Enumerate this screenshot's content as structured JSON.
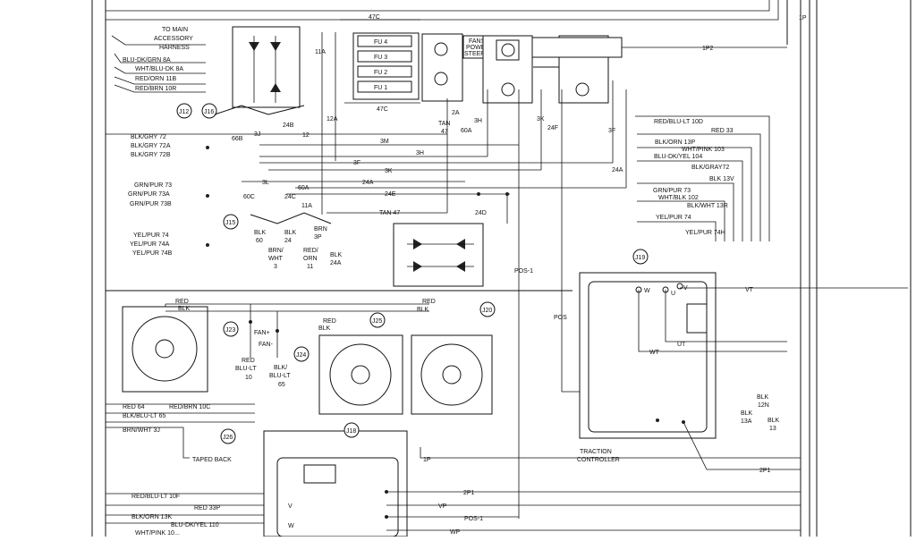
{
  "harness": {
    "to_main": "TO MAIN",
    "accessory": "ACCESSORY",
    "harness_word": "HARNESS",
    "left_group1": [
      "BLU-DK/GRN 8A",
      "WHT/BLU-DK 8A",
      "RED/ORN 11B",
      "RED/BRN 10R"
    ],
    "left_group2": [
      "BLK/GRY 72",
      "BLK/GRY 72A",
      "BLK/GRY 72B"
    ],
    "left_group3": [
      "GRN/PUR 73",
      "GRN/PUR 73A",
      "GRN/PUR 73B"
    ],
    "left_group4": [
      "YEL/PUR 74",
      "YEL/PUR 74A",
      "YEL/PUR 74B"
    ],
    "right_group": [
      "RED/BLU-LT 10D",
      "RED 33",
      "BLK/ORN 13P",
      "WHT/PINK 103",
      "BLU-DK/YEL 104",
      "BLK/GRAY72",
      "BLK 13V",
      "GRN/PUR 73",
      "WHT/BLK 102",
      "BLK/WHT 13R",
      "YEL/PUR 74",
      "YEL/PUR 74H"
    ],
    "bottom_left": [
      "RED 64",
      "RED/BRN 10C",
      "BLK/BLU-LT 65",
      "BRN/WHT 3J"
    ],
    "bottom_group": [
      "RED/BLU-LT 10F",
      "RED 33P",
      "BLK/ORN 13K",
      "BLU-DK/YEL 110",
      "WHT/PINK 10..."
    ]
  },
  "connectors": [
    "J12",
    "J16",
    "J15",
    "J19",
    "J23",
    "J24",
    "J25",
    "J26",
    "J18",
    "J20"
  ],
  "fuse_block": {
    "fuses": [
      "FU 4",
      "FU 3",
      "FU 2",
      "FU 1"
    ],
    "fans_label": "FANS &",
    "power_label": "POWER",
    "steering_label": "STEERING"
  },
  "wire_labels": {
    "w47c_top": "47C",
    "w47c_bot": "47C",
    "w11a": "11A",
    "w12a": "12A",
    "w24b": "24B",
    "w12": "12",
    "w66b": "66B",
    "w3j": "3J",
    "w3m": "3M",
    "w3h": "3H",
    "w3f": "3F",
    "w3k": "3K",
    "w3l": "3L",
    "w24a": "24A",
    "w60a": "60A",
    "w60c": "60C",
    "w24c": "24C",
    "w24e": "24E",
    "w11a2": "11A",
    "w2a": "2A",
    "wtan": "TAN",
    "w47": "47",
    "w3hb": "3H",
    "w3k2": "3K",
    "w24f": "24F",
    "w3f2": "3F",
    "w60a2": "60A",
    "w24a2": "24A",
    "w1p2": "1P2",
    "wtan47": "TAN 47",
    "w24d": "24D",
    "wpos1": "POS-1",
    "wpos": "POS",
    "wvt": "VT",
    "wut": "UT",
    "wwt": "WT",
    "w2p1": "2P1",
    "w1p": "1P",
    "w2p1b": "2P1",
    "wvp": "VP",
    "wpos1b": "POS-1",
    "wwp": "WP",
    "w1p_top": "1P"
  },
  "vertical_labels": {
    "blk60": [
      "BLK",
      "60"
    ],
    "brnwht": [
      "BRN/",
      "WHT",
      "3"
    ],
    "blk24": [
      "BLK",
      "24"
    ],
    "redorn": [
      "RED/",
      "ORN",
      "11"
    ],
    "brn3p": [
      "BRN",
      "3P"
    ],
    "blk24a": [
      "BLK",
      "24A"
    ],
    "fan_red_blu": [
      "RED",
      "BLU-LT",
      "10"
    ],
    "fan_blk_blu": [
      "BLK/",
      "BLU-LT",
      "65"
    ],
    "blk12n": [
      "BLK",
      "12N"
    ],
    "blk13a": [
      "BLK",
      "13A"
    ],
    "blk13": [
      "BLK",
      "13"
    ]
  },
  "fan_labels": {
    "red1": "RED",
    "blk1": "BLK",
    "red2": "RED",
    "blk2": "BLK",
    "red3": "RED",
    "blk3": "BLK",
    "fanplus": "FAN+",
    "fanminus": "FAN-"
  },
  "controller": {
    "title1": "TRACTION",
    "title2": "CONTROLLER",
    "term_w": "W",
    "term_u": "U",
    "term_v": "V"
  },
  "lower_module": {
    "term_v": "V",
    "term_w": "W"
  },
  "taped_back": "TAPED BACK"
}
